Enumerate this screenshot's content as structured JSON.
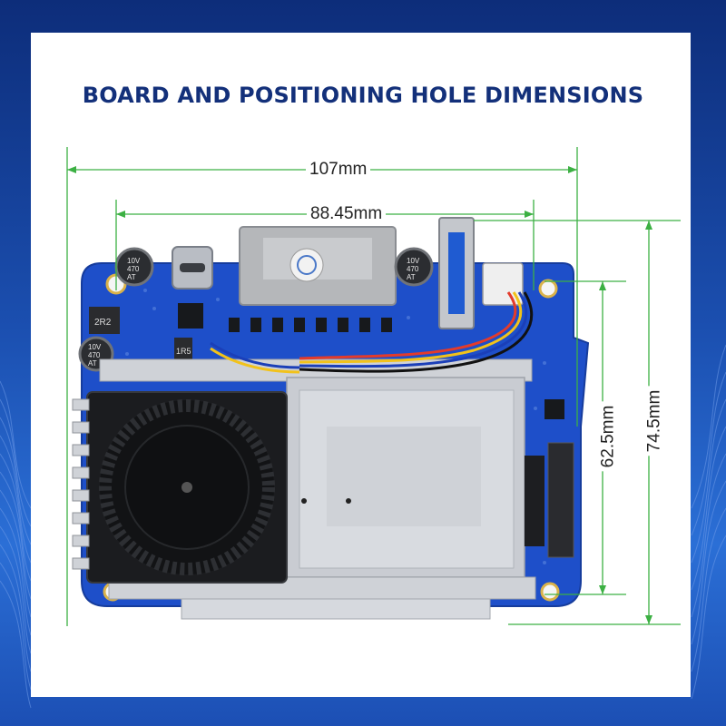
{
  "title": "BOARD AND POSITIONING HOLE DIMENSIONS",
  "dimensions": {
    "overall_width": "107mm",
    "hole_spacing_horizontal": "88.45mm",
    "hole_spacing_vertical": "62.5mm",
    "overall_height": "74.5mm"
  },
  "component_labels": {
    "cap_left_top": "10V\n470\nAT",
    "cap_left_mid": "10V\n470\nAT",
    "cap_right": "10V\n470\nAT",
    "inductor": "2R2",
    "resistor": "1R5"
  },
  "colors": {
    "title": "#13307a",
    "pcb": "#1e4fc9",
    "dimension_line": "#3cb043",
    "heatsink": "#c9ccd2",
    "fan": "#1a1a1a"
  }
}
